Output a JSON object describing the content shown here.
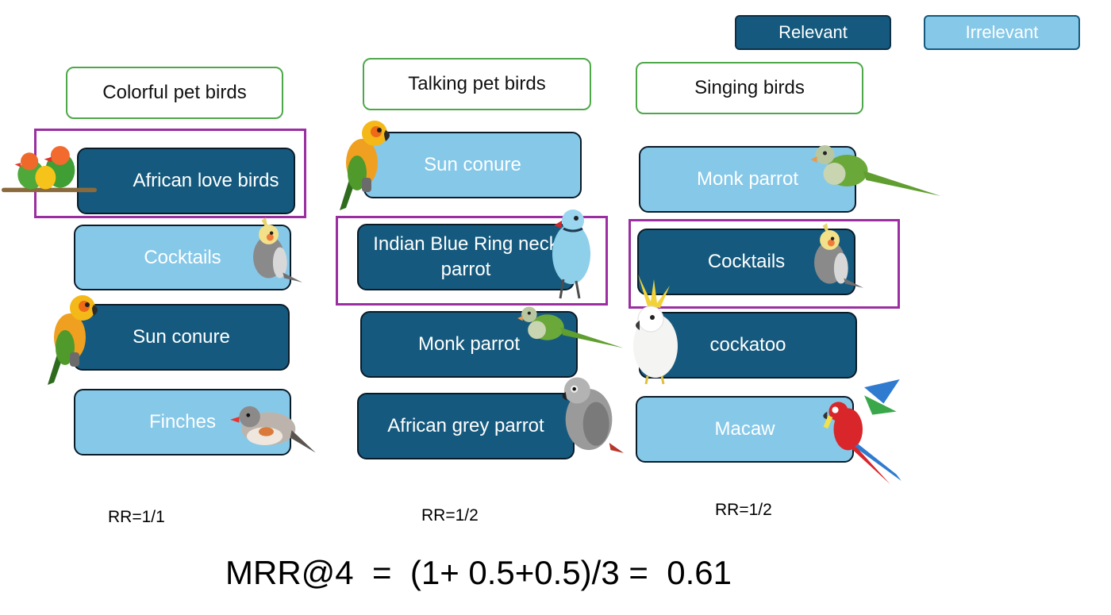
{
  "legend": {
    "relevant": "Relevant",
    "irrelevant": "Irrelevant"
  },
  "columns": [
    {
      "query": "Colorful pet birds",
      "results": [
        {
          "label": "African love birds",
          "relevant": true,
          "bird": "lovebirds-icon"
        },
        {
          "label": "Cocktails",
          "relevant": false,
          "bird": "cockatiel-icon"
        },
        {
          "label": "Sun conure",
          "relevant": true,
          "bird": "sun-conure-icon"
        },
        {
          "label": "Finches",
          "relevant": false,
          "bird": "finch-icon"
        }
      ],
      "rr": "RR=1/1"
    },
    {
      "query": "Talking pet birds",
      "results": [
        {
          "label": "Sun conure",
          "relevant": false,
          "bird": "sun-conure-icon"
        },
        {
          "label": "Indian Blue Ring neck parrot",
          "relevant": true,
          "bird": "blue-ringneck-icon"
        },
        {
          "label": "Monk parrot",
          "relevant": true,
          "bird": "monk-parrot-icon"
        },
        {
          "label": "African grey parrot",
          "relevant": true,
          "bird": "african-grey-icon"
        }
      ],
      "rr": "RR=1/2"
    },
    {
      "query": "Singing birds",
      "results": [
        {
          "label": "Monk parrot",
          "relevant": false,
          "bird": "monk-parrot-icon"
        },
        {
          "label": "Cocktails",
          "relevant": true,
          "bird": "cockatiel-icon"
        },
        {
          "label": "cockatoo",
          "relevant": true,
          "bird": "cockatoo-icon"
        },
        {
          "label": "Macaw",
          "relevant": false,
          "bird": "macaw-icon"
        }
      ],
      "rr": "RR=1/2"
    }
  ],
  "formula": "MRR@4  =  (1+ 0.5+0.5)/3 =  0.61",
  "colors": {
    "relevant": "#155a7e",
    "irrelevant": "#86c8e8",
    "query_border": "#4ea84a",
    "first_relevant_highlight": "#9b2ea0"
  }
}
